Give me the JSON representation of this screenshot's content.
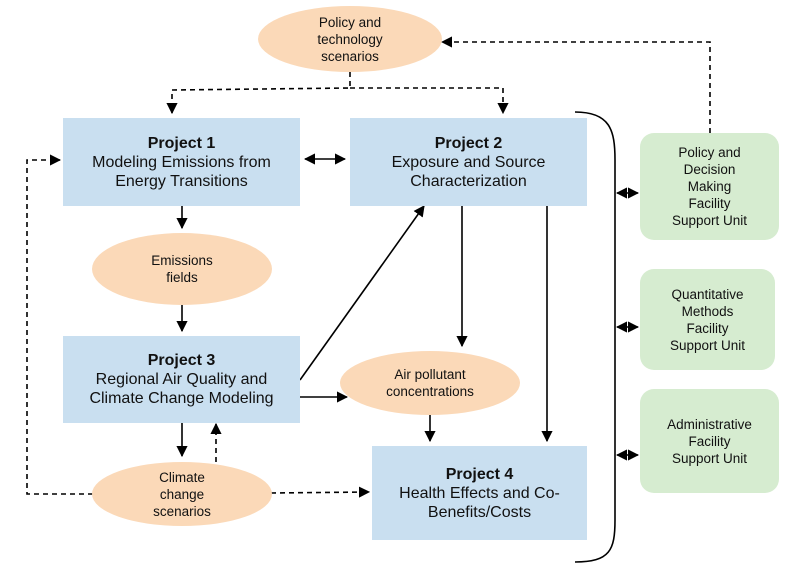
{
  "projects": {
    "p1": {
      "title": "Project 1",
      "subtitle": "Modeling Emissions from\nEnergy Transitions"
    },
    "p2": {
      "title": "Project 2",
      "subtitle": "Exposure and Source\nCharacterization"
    },
    "p3": {
      "title": "Project 3",
      "subtitle": "Regional Air Quality and\nClimate Change Modeling"
    },
    "p4": {
      "title": "Project 4",
      "subtitle": "Health Effects and Co-\nBenefits/Costs"
    }
  },
  "nodes": {
    "policy_scenarios": "Policy and\ntechnology\nscenarios",
    "emissions_fields": "Emissions\nfields",
    "air_pollutant": "Air pollutant\nconcentrations",
    "climate_scenarios": "Climate\nchange\nscenarios"
  },
  "units": {
    "policy_decision": "Policy and\nDecision\nMaking\nFacility\nSupport Unit",
    "quantitative": "Quantitative\nMethods\nFacility\nSupport Unit",
    "administrative": "Administrative\nFacility\nSupport Unit"
  },
  "colors": {
    "project_fill": "#c9dff0",
    "scenario_fill": "#fbd9b8",
    "unit_fill": "#d6ecd0",
    "line": "#000000"
  }
}
